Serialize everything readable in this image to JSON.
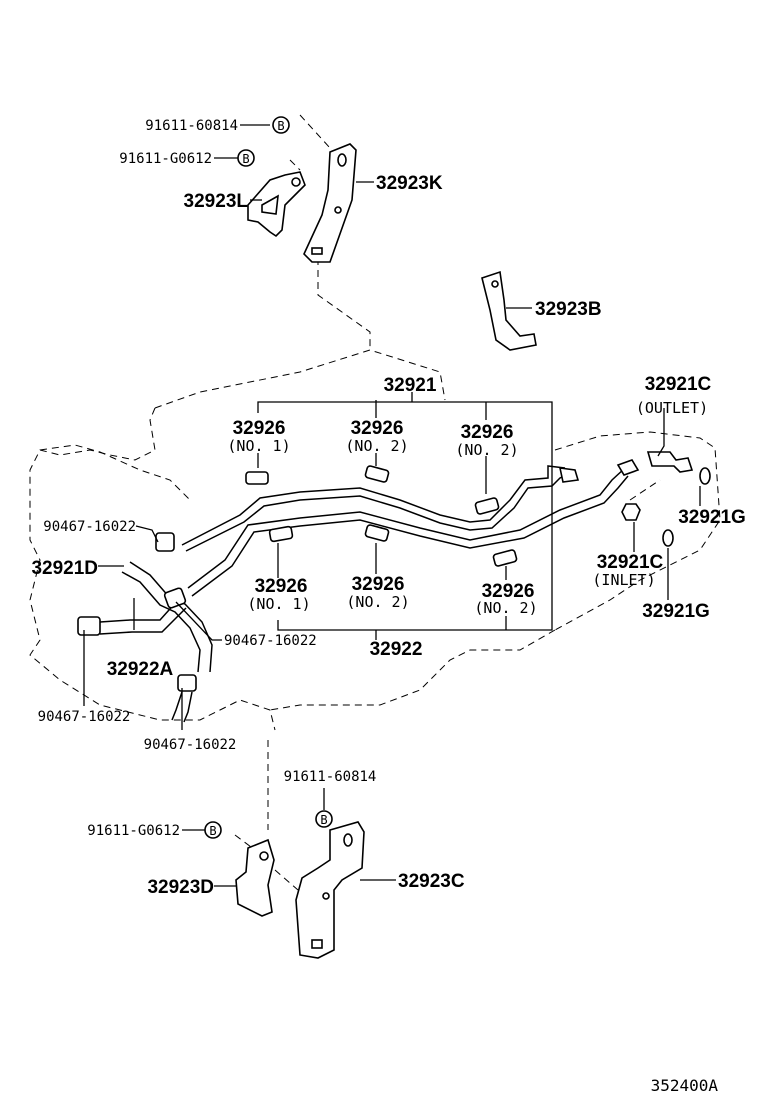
{
  "diagram": {
    "drawing_number": "352400A",
    "bolt_marker": "B",
    "labels": {
      "bolt_top_1": "91611-60814",
      "bolt_top_2": "91611-G0612",
      "bracket_k": "32923K",
      "bracket_l": "32923L",
      "bracket_b": "32923B",
      "tube_assy_upper": "32921",
      "cushion_u1": "32926",
      "cushion_u1_sub": "(NO. 1)",
      "cushion_u2": "32926",
      "cushion_u2_sub": "(NO. 2)",
      "cushion_u3": "32926",
      "cushion_u3_sub": "(NO. 2)",
      "union_outlet": "32921C",
      "union_outlet_sub": "(OUTLET)",
      "gasket_1": "32921G",
      "union_inlet": "32921C",
      "union_inlet_sub": "(INLET)",
      "gasket_2": "32921G",
      "clip_1": "90467-16022",
      "hose_d": "32921D",
      "clip_2": "90467-16022",
      "hose_a": "32922A",
      "clip_3": "90467-16022",
      "clip_4": "90467-16022",
      "cushion_l1": "32926",
      "cushion_l1_sub": "(NO. 1)",
      "cushion_l2": "32926",
      "cushion_l2_sub": "(NO. 2)",
      "cushion_l3": "32926",
      "cushion_l3_sub": "(NO. 2)",
      "tube_assy_lower": "32922",
      "bolt_bottom_1": "91611-60814",
      "bolt_bottom_2": "91611-G0612",
      "bracket_d": "32923D",
      "bracket_c": "32923C"
    }
  }
}
